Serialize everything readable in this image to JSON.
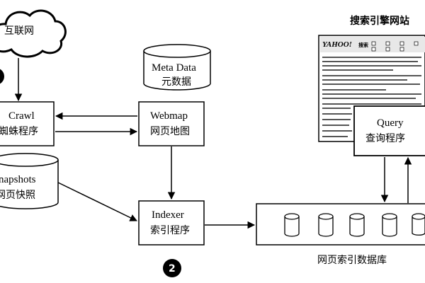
{
  "nodes": {
    "internet": {
      "label_zh": "互联网"
    },
    "crawl": {
      "label_en": "Crawl",
      "label_zh": "蜘蛛程序"
    },
    "webmap": {
      "label_en": "Webmap",
      "label_zh": "网页地图"
    },
    "metadata": {
      "label_en": "Meta Data",
      "label_zh": "元数据"
    },
    "snapshots": {
      "label_en": "napshots",
      "label_zh": "网页快照"
    },
    "indexer": {
      "label_en": "Indexer",
      "label_zh": "索引程序"
    },
    "query": {
      "label_en": "Query",
      "label_zh": "查询程序"
    },
    "search_site": {
      "label_zh": "搜索引擎网站",
      "logo_text": "YAHOO!",
      "logo_sub": "搜索"
    },
    "index_db": {
      "label_zh": "网页索引数据库"
    }
  },
  "step_badge": "2"
}
